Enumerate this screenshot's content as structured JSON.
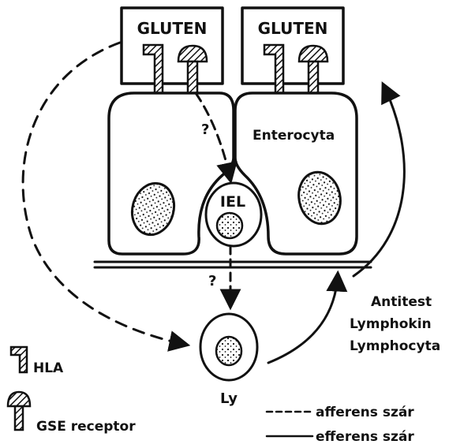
{
  "labels": {
    "gluten_left": "GLUTEN",
    "gluten_right": "GLUTEN",
    "enterocyte": "Enterocyta",
    "iel": "IEL",
    "question_top": "?",
    "question_bottom": "?",
    "lymphocyte": "Ly",
    "effects": [
      "Antitest",
      "Lymphokin",
      "Lymphocyta"
    ]
  },
  "legend": {
    "hla": "HLA",
    "gse": "GSE receptor",
    "afferent": "afferens  szár",
    "efferent": "efferens  szár"
  },
  "icons": [
    "hla-receptor-icon",
    "gse-receptor-icon",
    "nucleus-icon"
  ],
  "colors": {
    "ink": "#111111",
    "background": "#ffffff"
  }
}
